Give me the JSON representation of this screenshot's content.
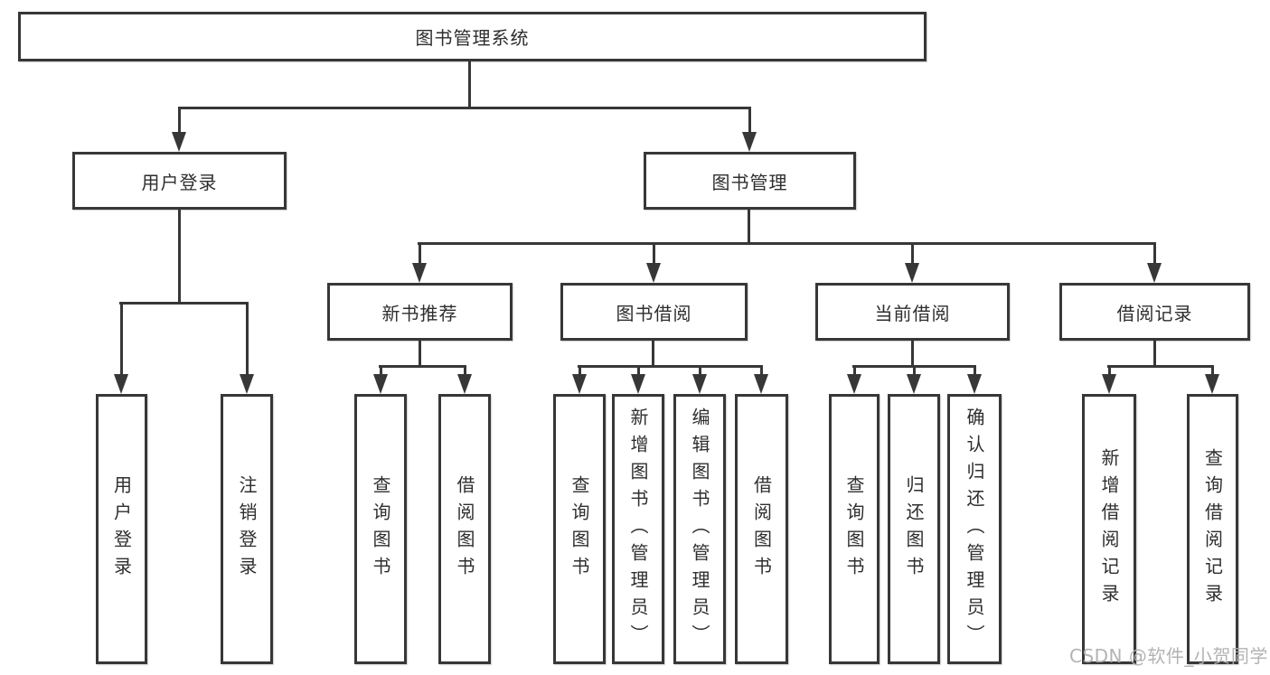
{
  "diagram": {
    "type": "tree",
    "title": "图书管理系统",
    "hierarchy": {
      "图书管理系统": {
        "用户登录": [
          "用户登录",
          "注销登录"
        ],
        "图书管理": {
          "新书推荐": [
            "查询图书",
            "借阅图书"
          ],
          "图书借阅": [
            "查询图书",
            "新增图书（管理员）",
            "编辑图书（管理员）",
            "借阅图书"
          ],
          "当前借阅": [
            "查询图书",
            "归还图书",
            "确认归还（管理员）"
          ],
          "借阅记录": [
            "新增借阅记录",
            "查询借阅记录"
          ]
        }
      }
    }
  },
  "nodes": {
    "root": {
      "label": "图书管理系统"
    },
    "user_login": {
      "label": "用户登录"
    },
    "book_mgmt": {
      "label": "图书管理"
    },
    "new_book_rec": {
      "label": "新书推荐"
    },
    "book_borrow": {
      "label": "图书借阅"
    },
    "current_borrow": {
      "label": "当前借阅"
    },
    "borrow_records": {
      "label": "借阅记录"
    },
    "leaf_user_login": {
      "label": "用户登录"
    },
    "leaf_logout": {
      "label": "注销登录"
    },
    "leaf_query_book_newrec": {
      "label": "查询图书"
    },
    "leaf_borrow_book_newrec": {
      "label": "借阅图书"
    },
    "leaf_query_book_borrow": {
      "label": "查询图书"
    },
    "leaf_add_book_admin": {
      "label": "新增图书（管理员）"
    },
    "leaf_edit_book_admin": {
      "label": "编辑图书（管理员）"
    },
    "leaf_borrow_book_borrow": {
      "label": "借阅图书"
    },
    "leaf_query_book_current": {
      "label": "查询图书"
    },
    "leaf_return_book": {
      "label": "归还图书"
    },
    "leaf_confirm_return_admin": {
      "label": "确认归还（管理员）"
    },
    "leaf_add_borrow_record": {
      "label": "新增借阅记录"
    },
    "leaf_query_borrow_record": {
      "label": "查询借阅记录"
    }
  },
  "watermark": "CSDN @软件_小贺同学",
  "colors": {
    "line": "#373737",
    "text": "#2e2e2e",
    "background": "#ffffff",
    "watermark": "#afafaf"
  }
}
